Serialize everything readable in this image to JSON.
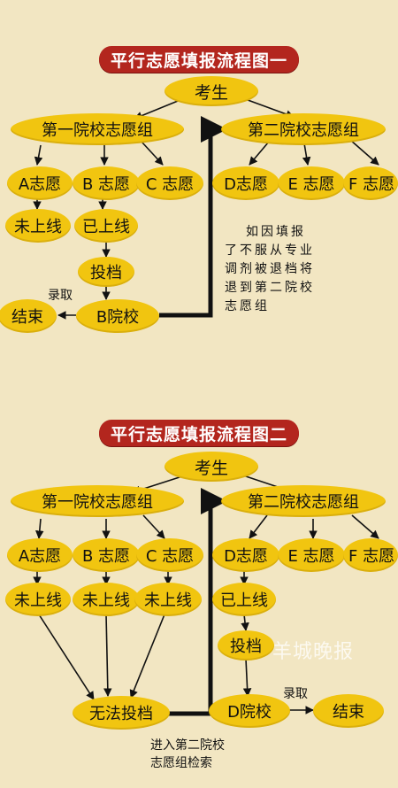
{
  "diagram1": {
    "title": "平行志愿填报流程图一",
    "candidate": "考生",
    "group1": "第一院校志愿组",
    "group2": "第二院校志愿组",
    "choice_a": "A志愿",
    "choice_b": "B 志愿",
    "choice_c": "C 志愿",
    "choice_d": "D志愿",
    "choice_e": "E 志愿",
    "choice_f": "F 志愿",
    "not_passed": "未上线",
    "passed": "已上线",
    "submit": "投档",
    "school_b": "B院校",
    "end": "结束",
    "admit_label": "录取",
    "note_lines": [
      "如因填报",
      "了不服从专业",
      "调剂被退档将",
      "退到第二院校",
      "志愿组"
    ]
  },
  "diagram2": {
    "title": "平行志愿填报流程图二",
    "candidate": "考生",
    "group1": "第一院校志愿组",
    "group2": "第二院校志愿组",
    "choice_a": "A志愿",
    "choice_b": "B 志愿",
    "choice_c": "C 志愿",
    "choice_d": "D志愿",
    "choice_e": "E 志愿",
    "choice_f": "F 志愿",
    "not_passed_a": "未上线",
    "not_passed_b": "未上线",
    "not_passed_c": "未上线",
    "passed": "已上线",
    "submit": "投档",
    "cannot_submit": "无法投档",
    "school_d": "D院校",
    "admit_label": "录取",
    "end": "结束",
    "note_lines": [
      "进入第二院校",
      "志愿组检索"
    ]
  },
  "watermark": "羊城晚报",
  "colors": {
    "background": "#f2e6c2",
    "node": "#f1c510",
    "banner": "#b3261e",
    "arrow": "#111111"
  }
}
